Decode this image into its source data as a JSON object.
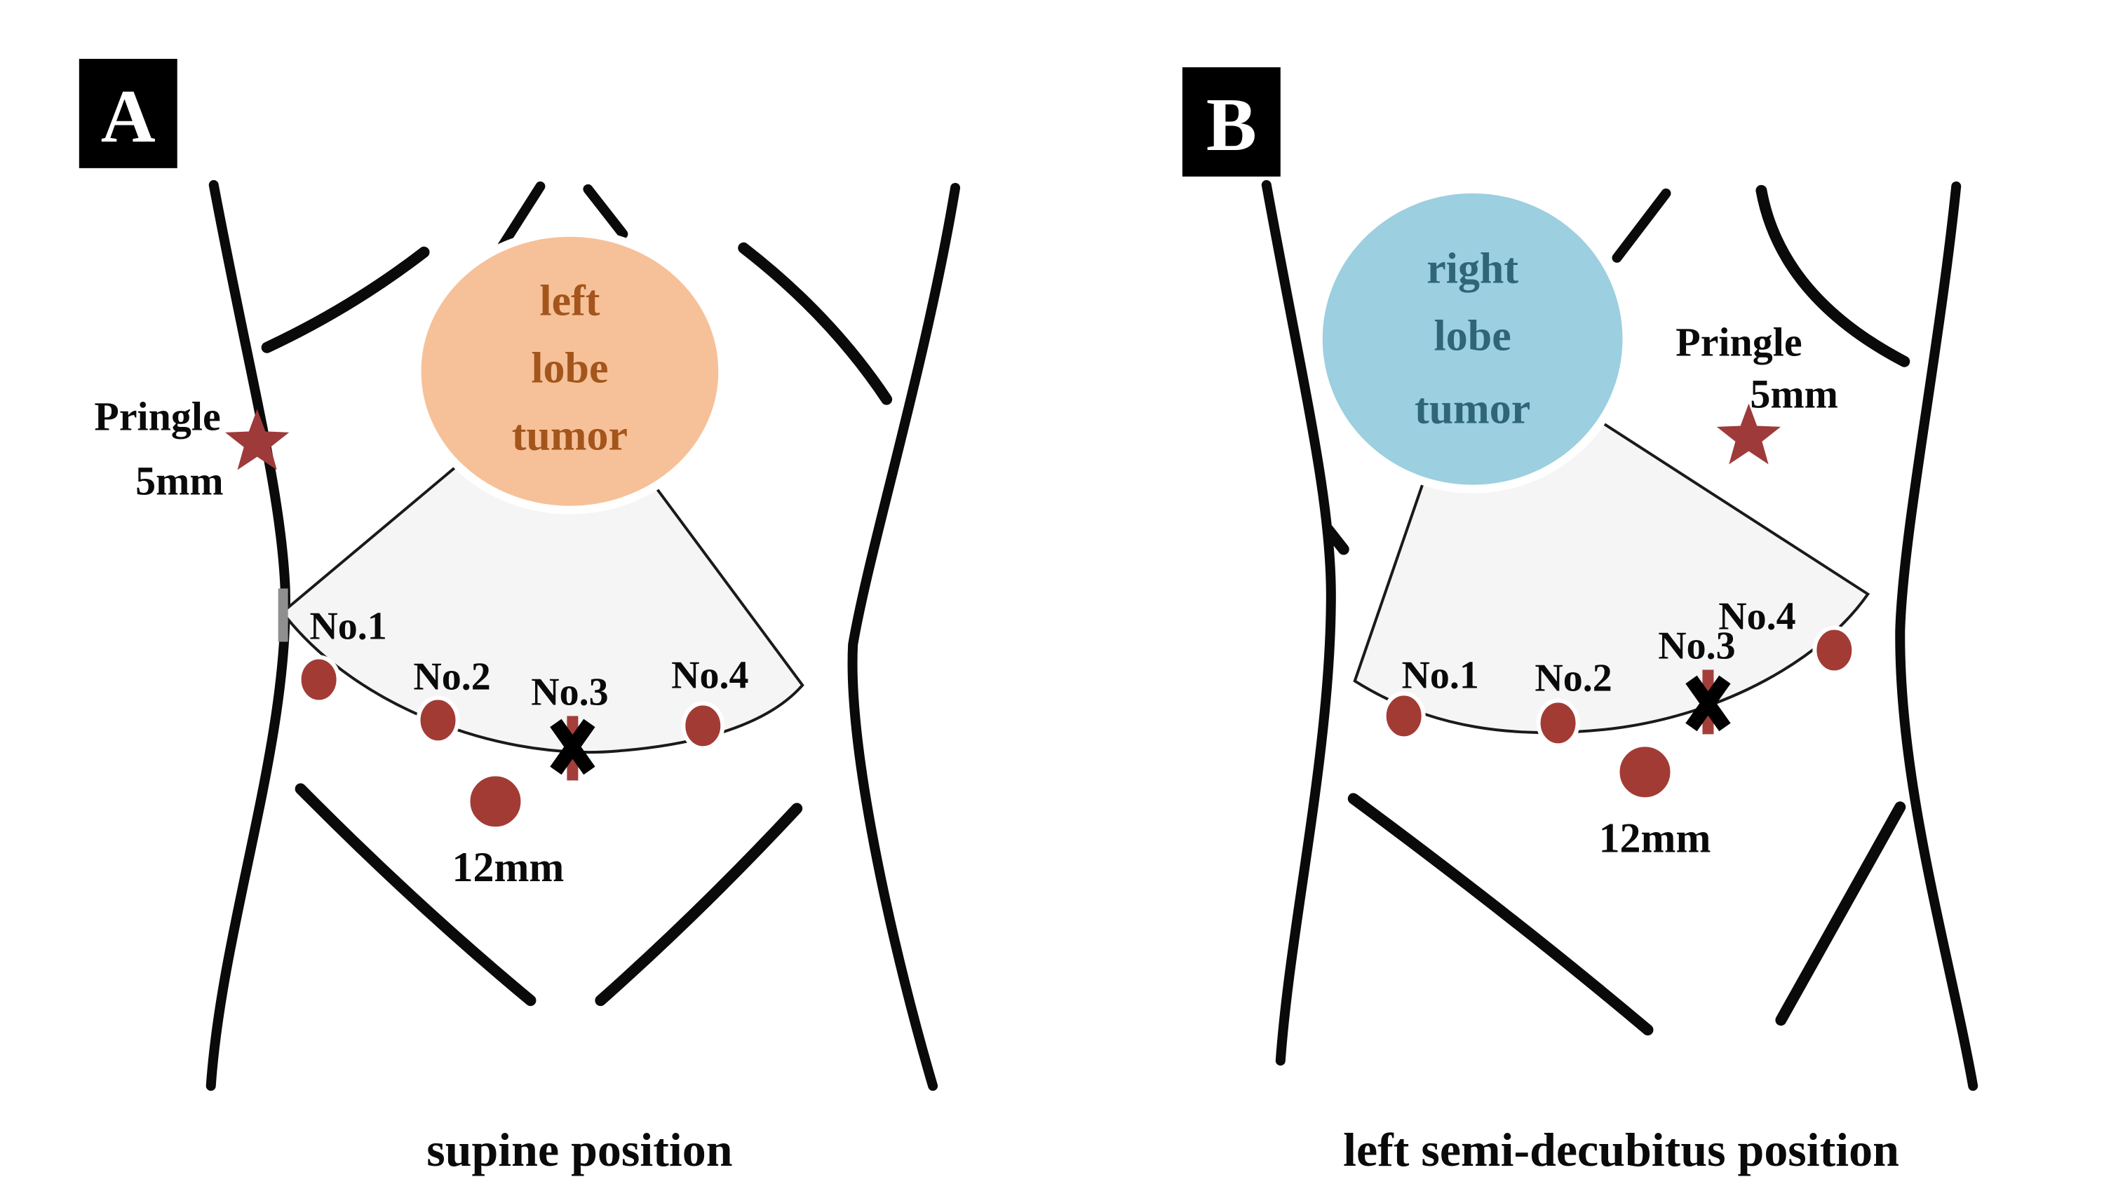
{
  "figure": {
    "panel_a": {
      "label": "A",
      "tumor": {
        "line1": "left",
        "line2": "lobe",
        "line3": "tumor"
      },
      "pringle_label": "Pringle",
      "pringle_size": "5mm",
      "port1": "No.1",
      "port2": "No.2",
      "port3": "No.3",
      "port4": "No.4",
      "main_port_size": "12mm",
      "caption": "supine position"
    },
    "panel_b": {
      "label": "B",
      "tumor": {
        "line1": "right",
        "line2": "lobe",
        "line3": "tumor"
      },
      "pringle_label": "Pringle",
      "pringle_size": "5mm",
      "port1": "No.1",
      "port2": "No.2",
      "port3": "No.3",
      "port4": "No.4",
      "main_port_size": "12mm",
      "caption": "left semi-decubitus position"
    }
  },
  "colors": {
    "tumor_a_fill": "#F6C198",
    "tumor_a_text": "#A3551C",
    "tumor_b_fill": "#9CCFDF",
    "tumor_b_text": "#2E6677",
    "port": "#A33B35",
    "star": "#9E3A3A",
    "marker_bar": "#A43E3B",
    "fan_fill": "#F5F5F5",
    "label_box": "#000000"
  }
}
